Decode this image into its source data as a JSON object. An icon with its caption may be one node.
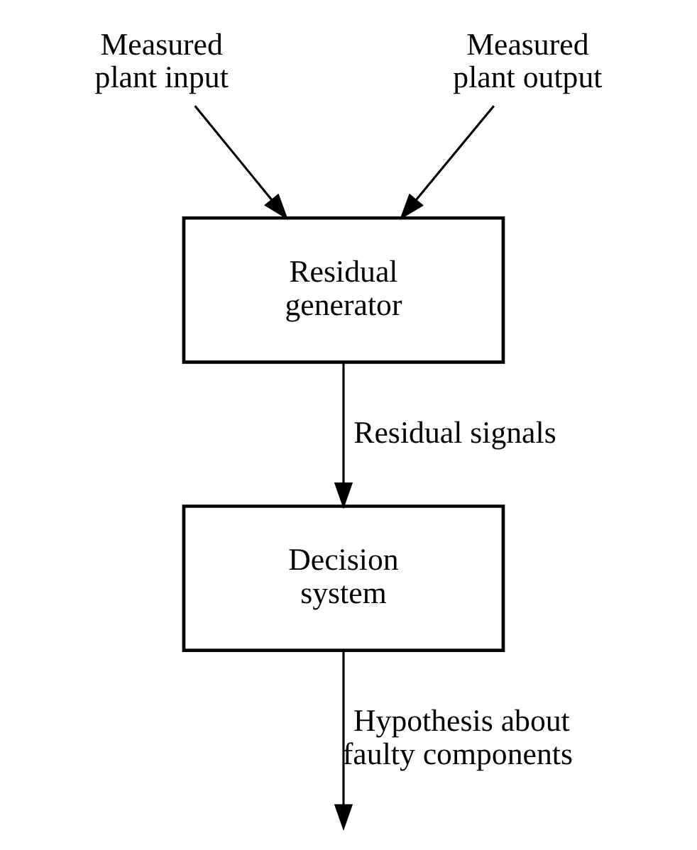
{
  "diagram": {
    "nodes": [
      {
        "text": [
          "Measured plant input"
        ]
      },
      {
        "text": [
          "Measured plant output"
        ]
      },
      {
        "text": [
          "Residual generator"
        ]
      },
      {
        "text": [
          "Decision system"
        ]
      }
    ],
    "edges": [
      {
        "from": 0,
        "to": 2,
        "arrow": "to"
      },
      {
        "from": 1,
        "to": 2,
        "arrow": "to"
      },
      {
        "from": 2,
        "to": 3,
        "arrow": "to",
        "label": "Residual signals"
      },
      {
        "from": 3,
        "to": null,
        "arrow": "to",
        "label": "Hypothesis about faulty components"
      }
    ]
  }
}
